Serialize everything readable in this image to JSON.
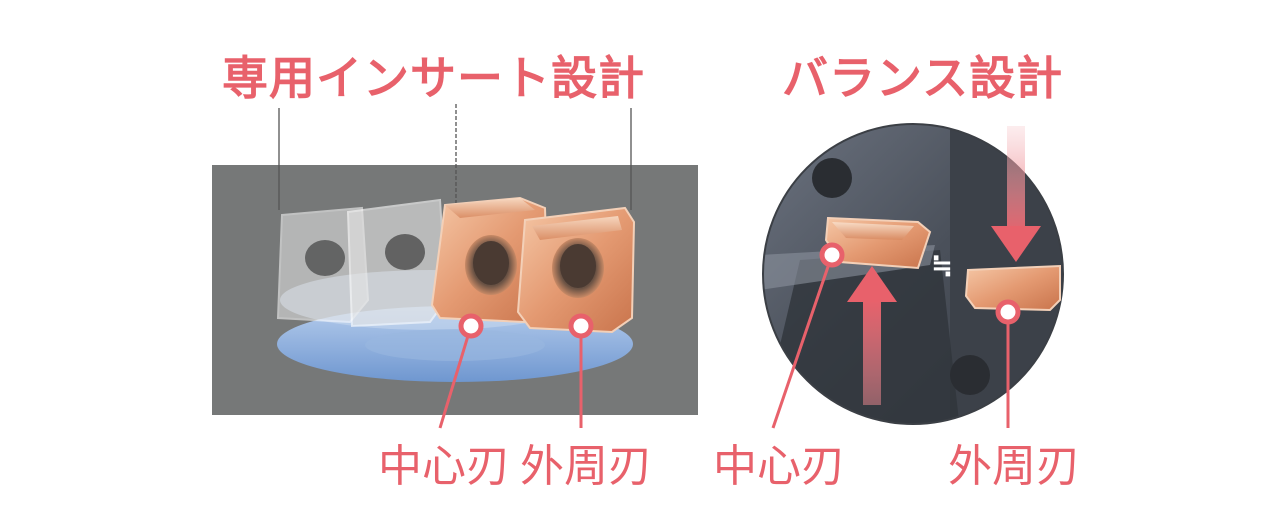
{
  "left_panel": {
    "title": "専用インサート設計",
    "center_label": "中心刃",
    "outer_label": "外周刃"
  },
  "right_panel": {
    "title": "バランス設計",
    "approx_symbol": "≒",
    "center_label": "中心刃",
    "outer_label": "外周刃"
  },
  "colors": {
    "accent": "#e8616b",
    "insert_copper": "#e4a07c",
    "tool_body": "#505660",
    "coolant_blue": "#7fa6d8"
  }
}
